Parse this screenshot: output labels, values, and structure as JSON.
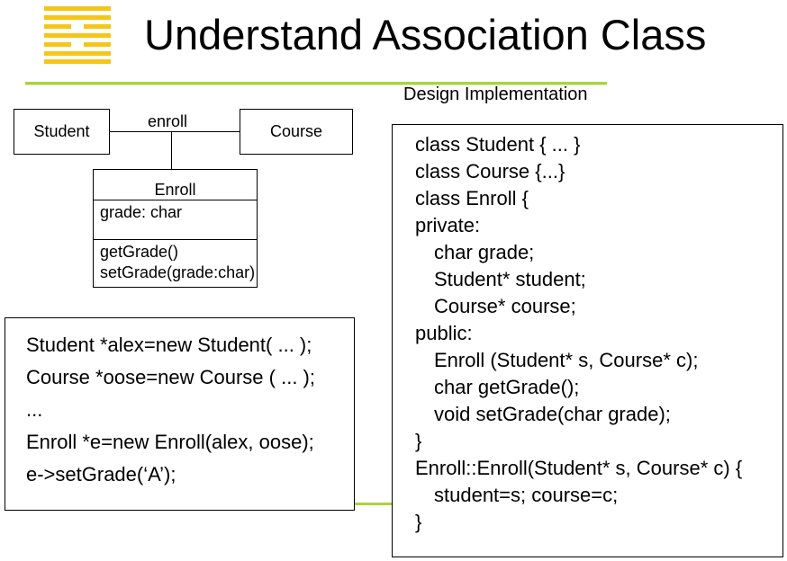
{
  "slide": {
    "title": "Understand Association Class"
  },
  "uml": {
    "student": "Student",
    "course": "Course",
    "association": "enroll",
    "assoc_class": {
      "name": "Enroll",
      "attributes": [
        "grade: char"
      ],
      "operations": [
        "getGrade()",
        "setGrade(grade:char)"
      ]
    }
  },
  "usage_code": [
    "Student *alex=new Student( ... );",
    "Course *oose=new Course ( ... );",
    "...",
    "Enroll *e=new Enroll(alex, oose);",
    "e->setGrade(‘A’);"
  ],
  "design": {
    "heading": "Design Implementation",
    "code": [
      "class Student { ... }",
      "class Course {...}",
      "class Enroll {",
      "private:",
      "char grade;",
      "Student* student;",
      "Course* course;",
      "public:",
      "Enroll (Student* s, Course* c);",
      "char getGrade();",
      "void setGrade(char grade);",
      "}",
      "Enroll::Enroll(Student* s, Course* c) {",
      "student=s; course=c;",
      "}"
    ]
  },
  "colors": {
    "logo": "#f5c518",
    "rule": "#a9d43b"
  },
  "icons": {
    "logo": "striped-logo-icon"
  }
}
